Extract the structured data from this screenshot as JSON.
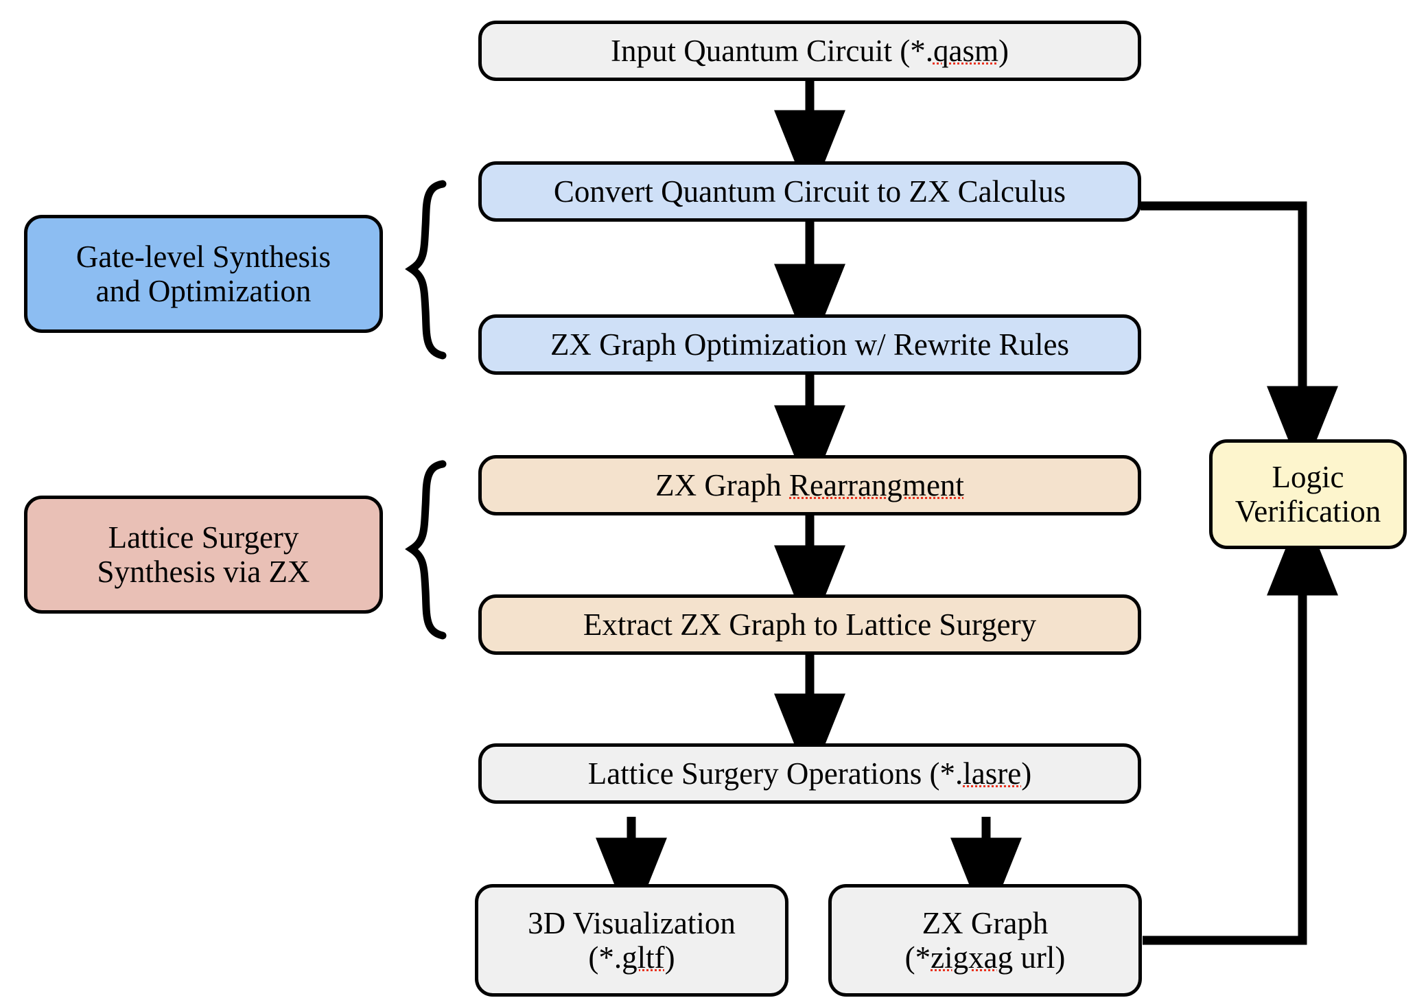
{
  "diagram": {
    "title": "Quantum circuit to lattice surgery compilation flow",
    "colors": {
      "grey_node": "#f0f0f0",
      "blue_light_node": "#cfe0f7",
      "blue_strong_legend": "#8cbdf2",
      "tan_node": "#f4e2cd",
      "pink_legend": "#e9c0b6",
      "yellow_node": "#fdf5cd",
      "stroke": "#000000",
      "spellcheck_underline": "#e8321e"
    }
  },
  "legend": {
    "gate_level": {
      "line1": "Gate-level Synthesis",
      "line2": "and Optimization"
    },
    "lattice_surgery": {
      "line1": "Lattice Surgery",
      "line2": "Synthesis via ZX"
    }
  },
  "nodes": {
    "input_circuit": {
      "text_before": "Input Quantum Circuit (*.",
      "misspelled": "qasm",
      "text_after": ")"
    },
    "convert_zx": {
      "text": "Convert Quantum Circuit to ZX Calculus"
    },
    "zx_optimize": {
      "text": "ZX Graph Optimization w/ Rewrite Rules"
    },
    "zx_rearrange": {
      "text_before": "ZX Graph ",
      "misspelled": "Rearrangment",
      "text_after": ""
    },
    "extract_lattice": {
      "text": "Extract ZX Graph to Lattice Surgery"
    },
    "lattice_ops": {
      "text_before": "Lattice Surgery Operations (*.",
      "misspelled": "lasre",
      "text_after": ")"
    },
    "visualization_3d": {
      "line1": "3D Visualization",
      "line2_before": "(*.",
      "line2_misspelled": "gltf",
      "line2_after": ")"
    },
    "zx_graph_out": {
      "line1": "ZX Graph",
      "line2_before": "(*",
      "line2_misspelled": "zigxag",
      "line2_after": " url)"
    },
    "logic_verification": {
      "line1": "Logic",
      "line2": "Verification"
    }
  },
  "edges": [
    {
      "from": "input_circuit",
      "to": "convert_zx",
      "kind": "arrow-down"
    },
    {
      "from": "convert_zx",
      "to": "zx_optimize",
      "kind": "arrow-down"
    },
    {
      "from": "zx_optimize",
      "to": "zx_rearrange",
      "kind": "arrow-down"
    },
    {
      "from": "zx_rearrange",
      "to": "extract_lattice",
      "kind": "arrow-down"
    },
    {
      "from": "extract_lattice",
      "to": "lattice_ops",
      "kind": "arrow-down"
    },
    {
      "from": "lattice_ops",
      "to": "visualization_3d",
      "kind": "arrow-down"
    },
    {
      "from": "lattice_ops",
      "to": "zx_graph_out",
      "kind": "arrow-down"
    },
    {
      "from": "convert_zx",
      "to": "logic_verification",
      "kind": "elbow-right-down"
    },
    {
      "from": "zx_graph_out",
      "to": "logic_verification",
      "kind": "elbow-right-up"
    }
  ],
  "braces": [
    {
      "name": "gate-level-brace",
      "groups": [
        "convert_zx",
        "zx_optimize"
      ]
    },
    {
      "name": "lattice-surgery-brace",
      "groups": [
        "zx_rearrange",
        "extract_lattice"
      ]
    }
  ]
}
